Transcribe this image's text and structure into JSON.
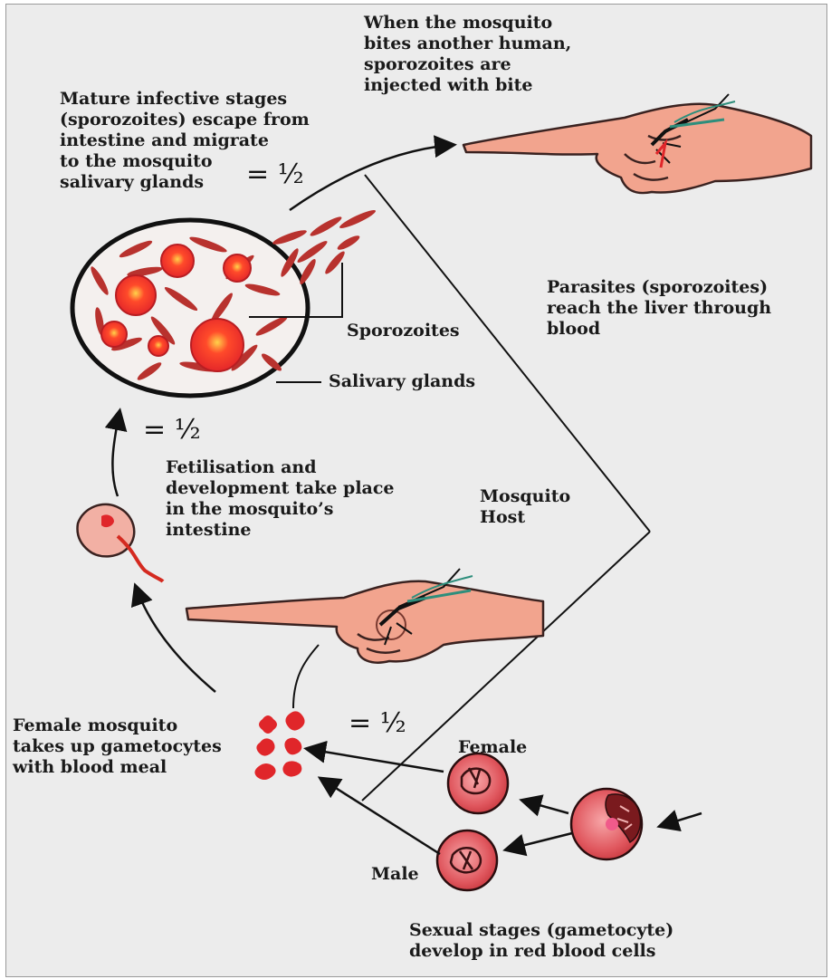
{
  "labels": {
    "mature_stages": [
      "Mature infective stages",
      "(sporozoites) escape from",
      "intestine and migrate",
      "to the mosquito",
      "salivary glands"
    ],
    "mosquito_bites": [
      "When the mosquito",
      "bites another human,",
      "sporozoites are",
      "injected with bite"
    ],
    "parasites_liver": [
      "Parasites (sporozoites)",
      "reach the liver through",
      "blood"
    ],
    "sporozoites": "Sporozoites",
    "salivary_glands": "Salivary glands",
    "fertilisation": [
      "Fetilisation and",
      "development take place",
      "in the mosquito’s",
      "intestine"
    ],
    "mosquito_host": [
      "Mosquito",
      "Host"
    ],
    "female_mosquito": [
      "Female mosquito",
      "takes up gametocytes",
      "with blood meal"
    ],
    "female": "Female",
    "male": "Male",
    "sexual_stages": [
      "Sexual stages (gametocyte)",
      "develop in red blood cells"
    ]
  },
  "annotations": {
    "half_top": "= ½",
    "half_middle": "= ½",
    "half_bottom": "= ½"
  },
  "colors": {
    "background": "#ececec",
    "skin": "#f2a48e",
    "blood_red": "#e0262a",
    "cell_red": "#e05a60",
    "sporozoite": "#b8322e",
    "ink": "#111111"
  }
}
